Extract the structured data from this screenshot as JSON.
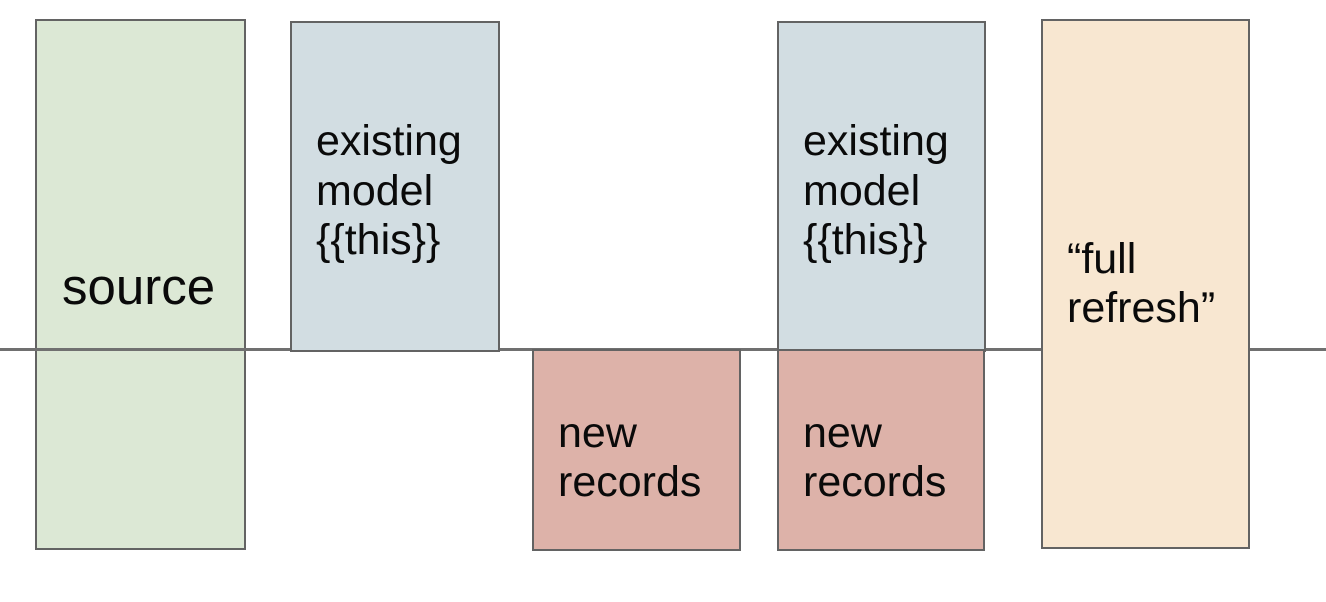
{
  "diagram": {
    "name": "incremental model timeline diagram",
    "background": "#ffffff",
    "divider_line": {
      "color": "#707070"
    },
    "boxes": {
      "source": {
        "label": "source",
        "lines": [
          "source"
        ],
        "fill": "#dce8d5",
        "border": "#636363"
      },
      "existing_model_1": {
        "label": "existing model {{this}}",
        "lines": [
          "existing",
          "model",
          "{{this}}"
        ],
        "fill": "#d2dde2",
        "border": "#636363"
      },
      "new_records_1": {
        "label": "new records",
        "lines": [
          "new",
          "records"
        ],
        "fill": "#ddb2a9",
        "border": "#636363"
      },
      "existing_model_2": {
        "label": "existing model {{this}}",
        "lines": [
          "existing",
          "model",
          "{{this}}"
        ],
        "fill": "#d2dde2",
        "border": "#636363"
      },
      "new_records_2": {
        "label": "new records",
        "lines": [
          "new",
          "records"
        ],
        "fill": "#ddb2a9",
        "border": "#636363"
      },
      "full_refresh": {
        "label": "“full refresh”",
        "lines": [
          "“full",
          "refresh”"
        ],
        "fill": "#f8e7d1",
        "border": "#636363"
      }
    }
  }
}
